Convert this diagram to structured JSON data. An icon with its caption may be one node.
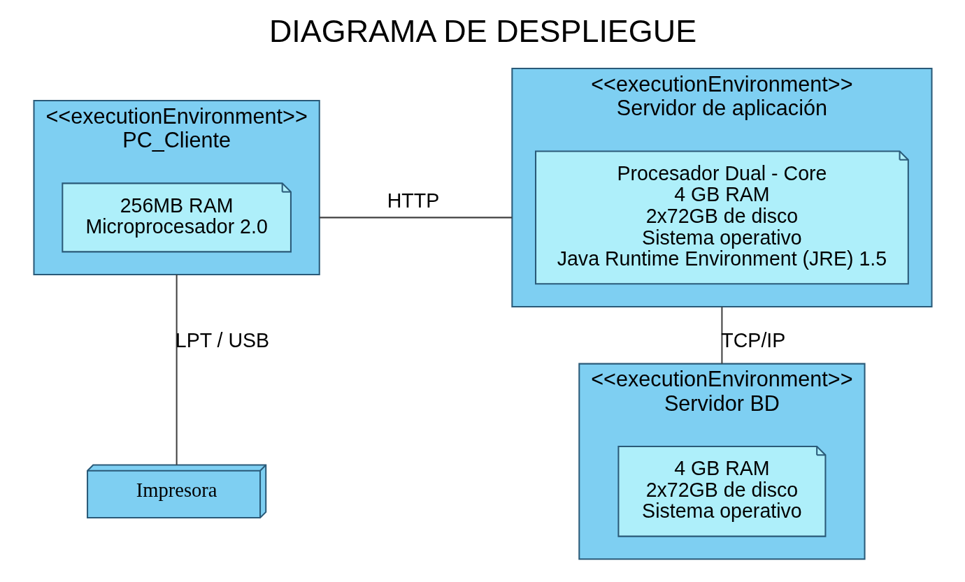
{
  "diagram": {
    "title": "DIAGRAMA DE DESPLIEGUE",
    "nodes": [
      {
        "text": [
          "<<executionEnvironment>>",
          "PC_Cliente"
        ]
      },
      {
        "text": [
          "256MB RAM",
          "Microprocesador 2.0"
        ],
        "in": 0
      },
      {
        "text": [
          "<<executionEnvironment>>",
          "Servidor de aplicación"
        ]
      },
      {
        "text": [
          "Procesador Dual - Core",
          "4 GB RAM",
          "2x72GB de disco",
          "Sistema operativo",
          "Java Runtime Environment (JRE) 1.5"
        ],
        "in": 2
      },
      {
        "text": [
          "Impresora"
        ]
      },
      {
        "text": [
          "<<executionEnvironment>>",
          "Servidor BD"
        ]
      },
      {
        "text": [
          "4 GB RAM",
          "2x72GB de disco",
          "Sistema operativo"
        ],
        "in": 5
      }
    ],
    "edges": [
      {
        "from": 0,
        "to": 2,
        "arrow": "none",
        "label": "HTTP"
      },
      {
        "from": 0,
        "to": 4,
        "arrow": "none",
        "label": "LPT / USB"
      },
      {
        "from": 2,
        "to": 5,
        "arrow": "none",
        "label": "TCP/IP"
      }
    ]
  }
}
